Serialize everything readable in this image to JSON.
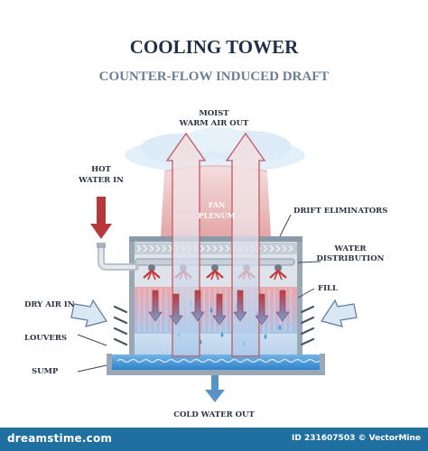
{
  "title": "COOLING TOWER",
  "subtitle": "COUNTER-FLOW INDUCED DRAFT",
  "labels": {
    "moist_air_line1": "MOIST",
    "moist_air_line2": "WARM AIR OUT",
    "hot_water_line1": "HOT",
    "hot_water_line2": "WATER IN",
    "fan_plenum_line1": "FAN",
    "fan_plenum_line2": "PLENUM",
    "drift_eliminators": "DRIFT ELIMINATORS",
    "water_distribution_line1": "WATER",
    "water_distribution_line2": "DISTRIBUTION",
    "fill": "FILL",
    "dry_air_in": "DRY AIR IN",
    "louvers": "LOUVERS",
    "sump": "SUMP",
    "cold_water_out": "COLD WATER OUT"
  },
  "footer": {
    "brand": "dreamstime.com",
    "credit": "ID 231607503 © VectorMine"
  },
  "colors": {
    "title": "#1f2f4a",
    "subtitle": "#6a7f95",
    "hot_arrow": "#b5383a",
    "cold_arrow": "#5a92c4",
    "water": "#3f90d4",
    "plenum": "#e7b3b3",
    "frame": "#8a9aaa",
    "footer_bar": "#1f6fa0"
  },
  "icons": [
    "hot-water-arrow",
    "moist-air-arrow",
    "dry-air-arrow",
    "cold-water-arrow",
    "spray-nozzle-icon"
  ]
}
